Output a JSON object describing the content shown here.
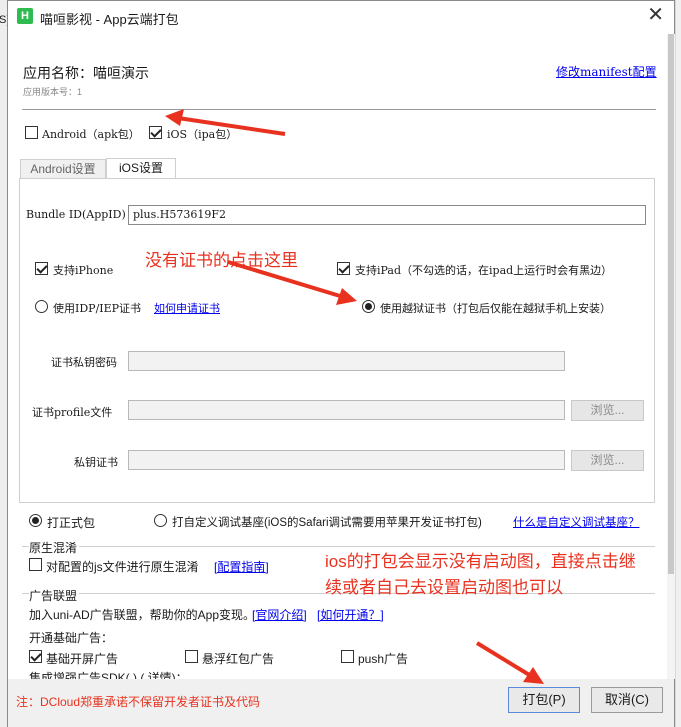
{
  "window": {
    "title": "喵咺影视 - App云端打包",
    "edge_char": "S)"
  },
  "header": {
    "app_name": "应用名称：喵咺演示",
    "app_version": "应用版本号：1",
    "manifest_link": "修改manifest配置"
  },
  "platforms": {
    "android_label": "Android（apk包）",
    "android_checked": false,
    "ios_label": "iOS（ipa包）",
    "ios_checked": true
  },
  "tabs": [
    {
      "label": "Android设置",
      "active": false
    },
    {
      "label": "iOS设置",
      "active": true
    }
  ],
  "ios": {
    "bundle_label": "Bundle ID(AppID)",
    "bundle_value": "plus.H573619F2",
    "support_iphone": "支持iPhone",
    "support_ipad": "支持iPad（不勾选的话，在ipad上运行时会有黑边）",
    "use_idp": "使用IDP/IEP证书",
    "apply_cert_link": "如何申请证书",
    "use_jailbreak": "使用越狱证书（打包后仅能在越狱手机上安装）",
    "cert_password_label": "证书私钥密码",
    "profile_label": "证书profile文件",
    "private_cert_label": "私钥证书",
    "browse_label": "浏览..."
  },
  "build_type": {
    "formal": "打正式包",
    "custom_debug": "打自定义调试基座(iOS的Safari调试需要用苹果开发证书打包)",
    "custom_debug_link": "什么是自定义调试基座？"
  },
  "obfuscation": {
    "section_title": "原生混淆",
    "checkbox_label": "对配置的js文件进行原生混淆",
    "guide_link": "[配置指南]"
  },
  "ads": {
    "section_title": "广告联盟",
    "intro": "加入uni-AD广告联盟，帮助你的App变现。",
    "official_link": "[官网介绍]",
    "how_link": "[如何开通？]",
    "basic_title": "开通基础广告：",
    "splash": "基础开屏广告",
    "floating": "悬浮红包广告",
    "push": "push广告",
    "sdk_partial": "集成增强广告SDK(    )    (    详情)："
  },
  "footer": {
    "notice": "注：DCloud郑重承诺不保留开发者证书及代码",
    "pack_button": "打包(P)",
    "cancel_button": "取消(C)"
  },
  "annotations": {
    "no_cert": "没有证书的点击这里",
    "ios_note_line1": "ios的打包会显示没有启动图，直接点击继",
    "ios_note_line2": "续或者自己去设置启动图也可以"
  },
  "colors": {
    "annotation_red": "#e8321f",
    "link_blue": "#0000ee",
    "logo_green": "#2fbb4f"
  }
}
